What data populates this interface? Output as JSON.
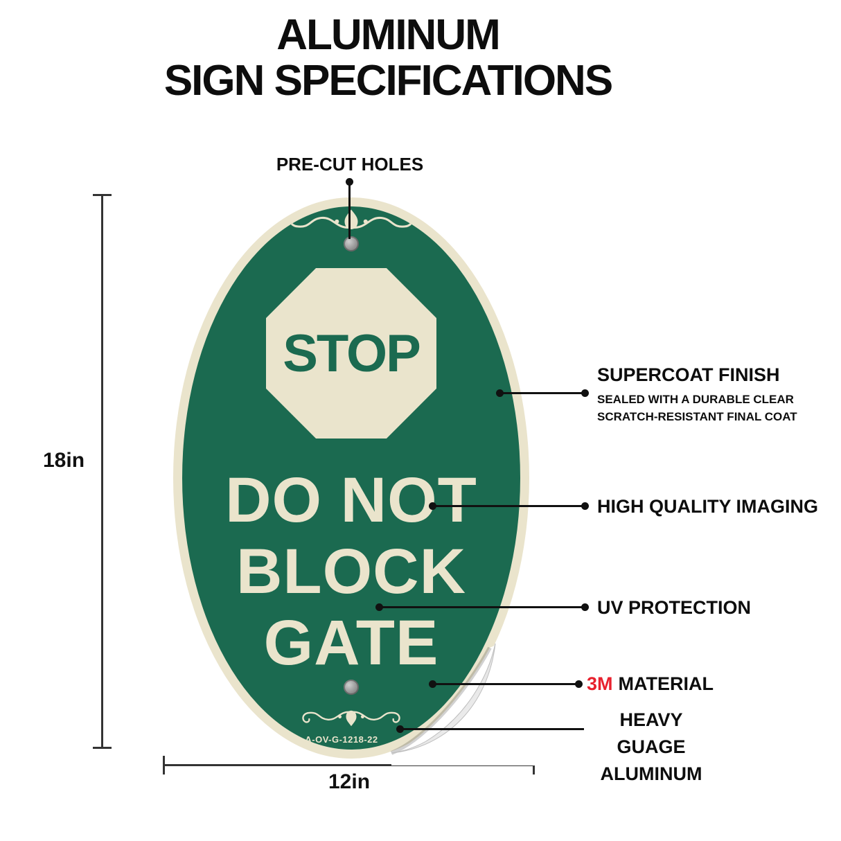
{
  "title": {
    "line1": "ALUMINUM",
    "line2": "SIGN SPECIFICATIONS"
  },
  "callouts": {
    "precut": "PRE-CUT HOLES",
    "supercoat": {
      "heading": "SUPERCOAT FINISH",
      "sub1": "SEALED WITH A DURABLE CLEAR",
      "sub2": "SCRATCH-RESISTANT FINAL COAT"
    },
    "imaging": "HIGH QUALITY IMAGING",
    "uv": "UV PROTECTION",
    "material": {
      "brand": "3M",
      "rest": "MATERIAL"
    },
    "aluminum": {
      "line1": "HEAVY GUAGE",
      "line2": "ALUMINUM"
    }
  },
  "dimensions": {
    "height": "18in",
    "width": "12in"
  },
  "sign": {
    "stop": "STOP",
    "line1": "DO NOT",
    "line2": "BLOCK",
    "line3": "GATE",
    "sku": "A-OV-G-1218-22",
    "colors": {
      "green": "#1B6A50",
      "cream": "#EAE4CC",
      "brand_red": "#E8212E"
    }
  }
}
